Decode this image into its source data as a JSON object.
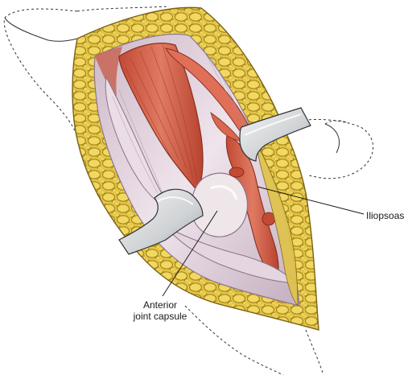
{
  "labels": {
    "anterior_line1": "Anterior",
    "anterior_line2": "joint capsule",
    "iliopsoas": "Iliopsoas"
  },
  "colors": {
    "fat": "#e3c64a",
    "fat_shadow": "#b2901f",
    "muscle": "#d9664f",
    "muscle_dark": "#b0412e",
    "fascia": "#e8dbe3",
    "fascia_shadow": "#b9a5b4",
    "capsule": "#efe6ea",
    "retractor": "#d6d8da",
    "line": "#1a1a1a"
  },
  "icons": {
    "retractor_left": "retractor-blade-icon",
    "retractor_right": "retractor-blade-icon"
  }
}
